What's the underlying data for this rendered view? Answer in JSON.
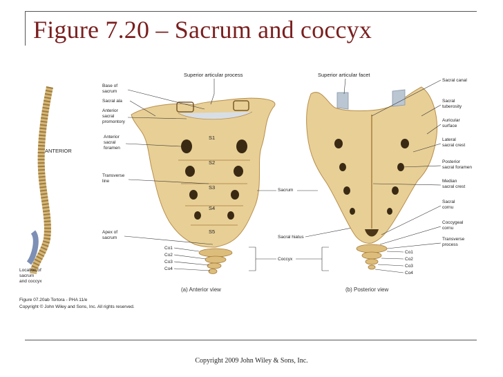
{
  "title": "Figure 7.20 – Sacrum and coccyx",
  "footer": "Copyright 2009 John Wiley & Sons, Inc.",
  "figure": {
    "spine": {
      "orientation_label": "ANTERIOR",
      "location_label": [
        "Location of",
        "sacrum",
        "and coccyx"
      ]
    },
    "anterior": {
      "caption": "(a) Anterior view",
      "top_label": "Superior articular process",
      "left_labels": [
        "Base of",
        "sacrum",
        "Sacral ala",
        "Anterior",
        "sacral",
        "promontory",
        "Anterior",
        "sacral",
        "foramen",
        "Transverse",
        "line",
        "Apex of",
        "sacrum"
      ],
      "segments": [
        "S1",
        "S2",
        "S3",
        "S4",
        "S5"
      ],
      "coccyx_labels": [
        "Co1",
        "Co2",
        "Co3",
        "Co4"
      ]
    },
    "middle_labels": {
      "sacrum": "Sacrum",
      "sacral_hiatus": "Sacral hiatus",
      "coccyx": "Coccyx"
    },
    "posterior": {
      "caption": "(b) Posterior view",
      "top_label": "Superior articular facet",
      "right_labels": [
        "Sacral canal",
        "Sacral",
        "tuberosity",
        "Auricular",
        "surface",
        "Lateral",
        "sacral crest",
        "Posterior",
        "sacral foramen",
        "Median",
        "sacral crest",
        "Sacral",
        "cornu",
        "Coccygeal",
        "cornu",
        "Transverse",
        "process"
      ],
      "coccyx_labels": [
        "Co1",
        "Co2",
        "Co3",
        "Co4"
      ]
    },
    "credit": [
      "Figure 07.20ab  Tortora - PHA 11/e",
      "Copyright © John Wiley and Sons, Inc. All rights reserved."
    ]
  }
}
